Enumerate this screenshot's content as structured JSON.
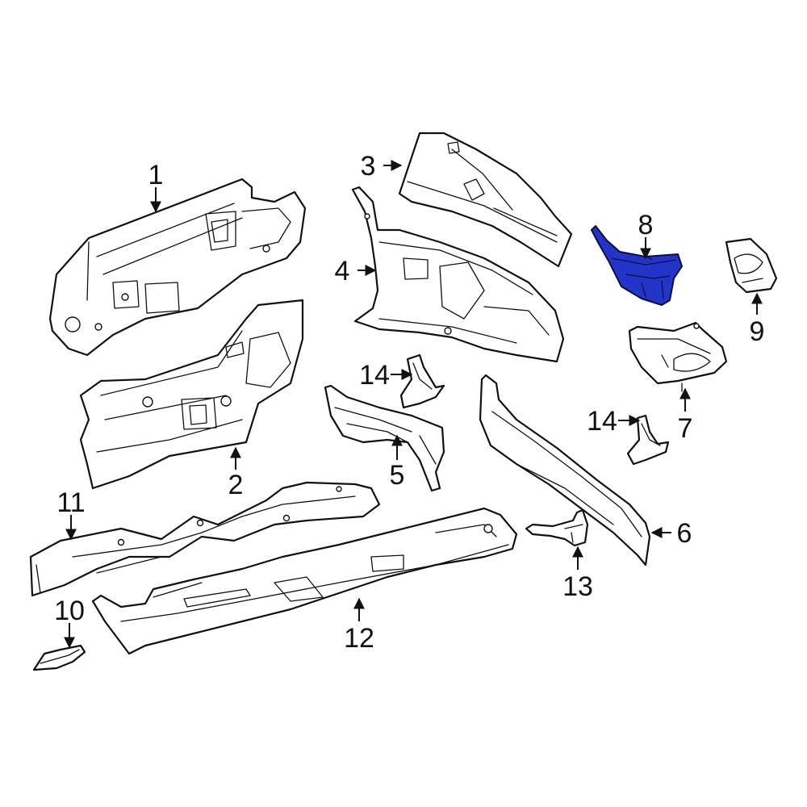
{
  "colors": {
    "background": "#ffffff",
    "line": "#111111",
    "highlight_fill": "#2335c8",
    "highlight_stroke": "#0a0f40"
  },
  "callouts": [
    {
      "id": "1",
      "label": "1"
    },
    {
      "id": "2",
      "label": "2"
    },
    {
      "id": "3",
      "label": "3"
    },
    {
      "id": "4",
      "label": "4"
    },
    {
      "id": "5",
      "label": "5"
    },
    {
      "id": "6",
      "label": "6"
    },
    {
      "id": "7",
      "label": "7"
    },
    {
      "id": "8",
      "label": "8"
    },
    {
      "id": "9",
      "label": "9"
    },
    {
      "id": "10",
      "label": "10"
    },
    {
      "id": "11",
      "label": "11"
    },
    {
      "id": "12",
      "label": "12"
    },
    {
      "id": "13",
      "label": "13"
    },
    {
      "id": "14a",
      "label": "14"
    },
    {
      "id": "14b",
      "label": "14"
    }
  ],
  "highlighted_part": "8"
}
